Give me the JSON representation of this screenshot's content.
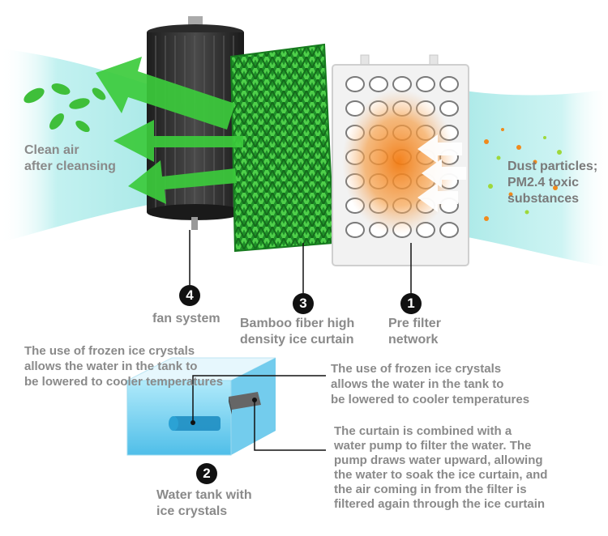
{
  "components": {
    "fan": {
      "number": "4",
      "label": "fan system"
    },
    "curtain": {
      "number": "3",
      "label": "Bamboo fiber high\ndensity ice curtain"
    },
    "prefilter": {
      "number": "1",
      "label": "Pre filter\nnetwork"
    },
    "tank": {
      "number": "2",
      "label": "Water tank with\nice crystals"
    }
  },
  "annotations": {
    "clean_air": "Clean air\nafter cleansing",
    "dust": "Dust particles;\nPM2.4 toxic\nsubstances",
    "ice_left": "The use of frozen ice crystals\nallows the water in the tank to\nbe lowered to cooler temperatures",
    "ice_right": "The use of frozen ice crystals\nallows the water in the tank to\nbe lowered to cooler temperatures",
    "pump": "The curtain is combined with a\nwater pump to filter the water. The\npump draws water upward, allowing\nthe water to soak the ice curtain, and\nthe air coming in from the filter is\nfiltered again through the ice curtain"
  },
  "colors": {
    "label_gray": "#8a8a8a",
    "airflow_cyan": "#9fe6e4",
    "arrow_green": "#39c63a",
    "curtain_green": "#2aa532",
    "filter_orange": "#f08a1c",
    "tank_blue": "#6fd0f0"
  }
}
